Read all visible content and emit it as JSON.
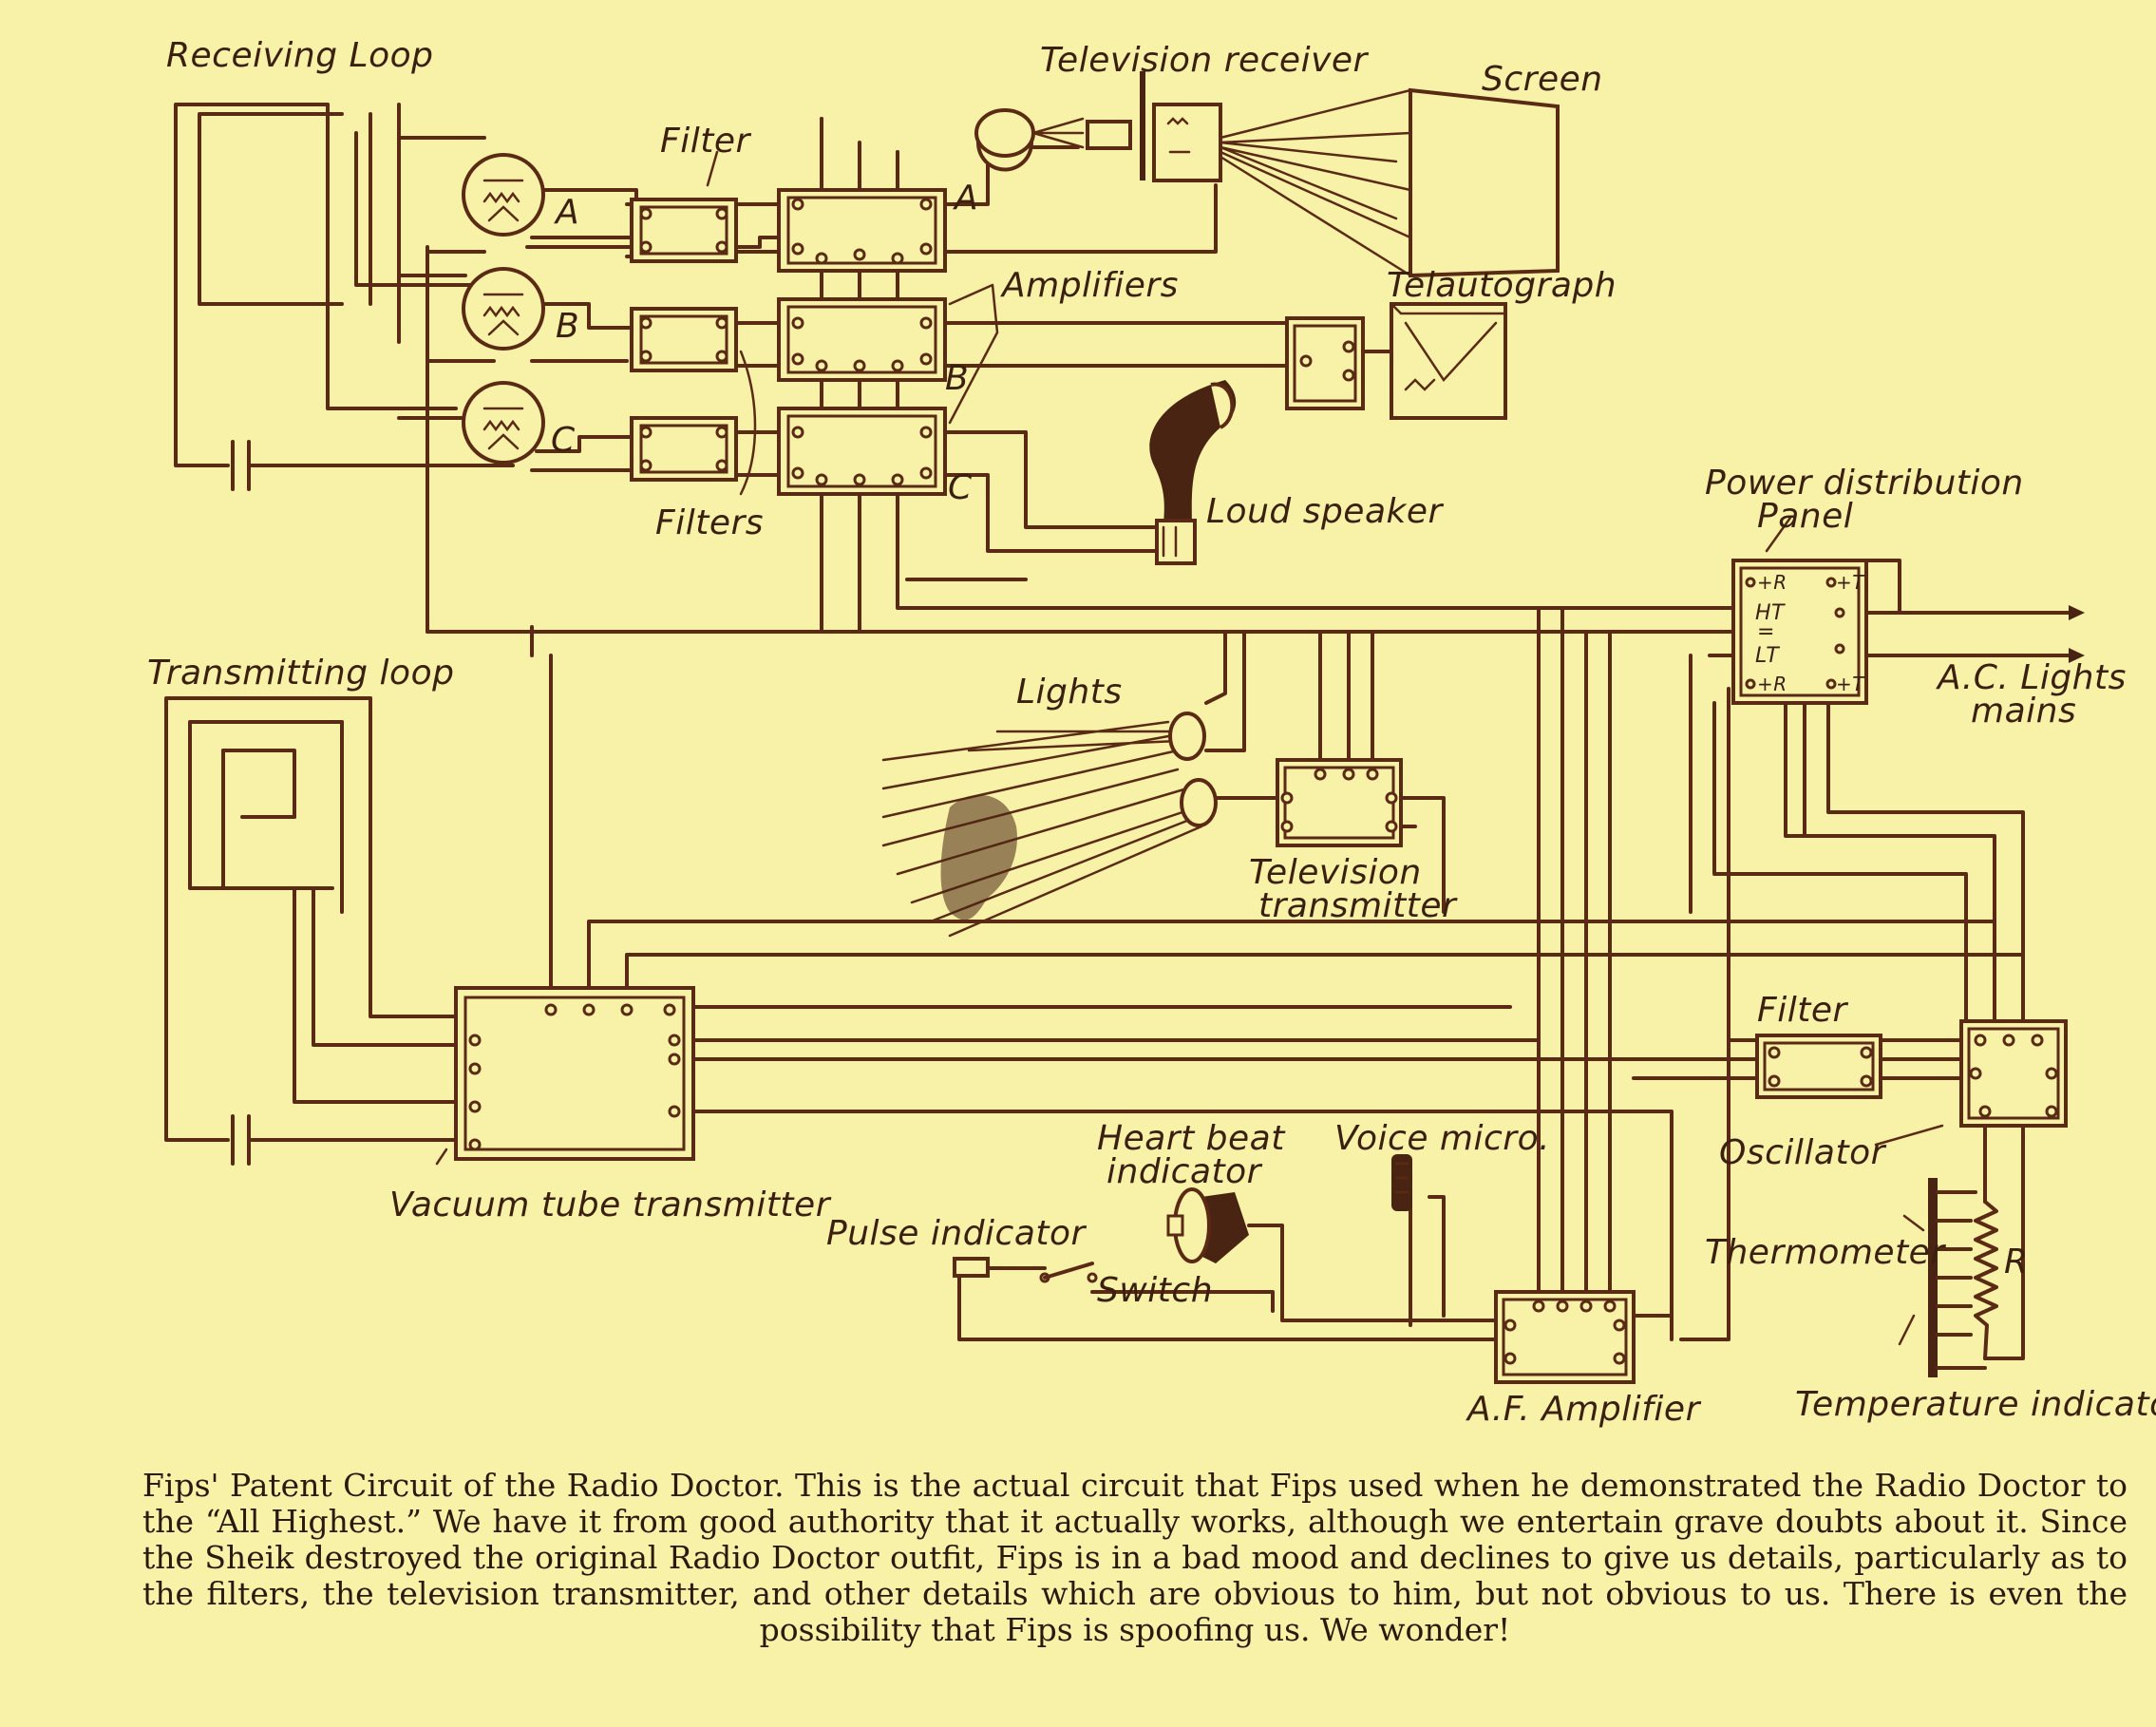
{
  "labels": {
    "receiving_loop": "Receiving Loop",
    "television_receiver": "Television receiver",
    "screen": "Screen",
    "filter_top": "Filter",
    "amplifiers": "Amplifiers",
    "telautograph": "Telautograph",
    "filters": "Filters",
    "loud_speaker": "Loud speaker",
    "power_panel_line1": "Power distribution",
    "power_panel_line2": "Panel",
    "ac_mains_line1": "A.C. Lights",
    "ac_mains_line2": "mains",
    "transmitting_loop": "Transmitting loop",
    "lights": "Lights",
    "tv_transmitter_line1": "Television",
    "tv_transmitter_line2": "transmitter",
    "filter_right": "Filter",
    "oscillator": "Oscillator",
    "heart_beat_line1": "Heart beat",
    "heart_beat_line2": "indicator",
    "voice_micro": "Voice micro.",
    "pulse_indicator": "Pulse indicator",
    "switch": "Switch",
    "thermometer": "Thermometer",
    "r_label": "R",
    "vacuum_tube_transmitter": "Vacuum tube transmitter",
    "af_amplifier": "A.F. Amplifier",
    "temperature_indicator": "Temperature indicator",
    "tube_a": "A",
    "tube_b": "B",
    "tube_c": "C",
    "amp_a": "A",
    "amp_b": "B",
    "amp_c": "C",
    "panel_plus_r_top": "+R",
    "panel_plus_t_top": "+T",
    "panel_ht": "HT",
    "panel_dash": "=",
    "panel_lt": "LT",
    "panel_plus_r_bot": "+R",
    "panel_plus_t_bot": "+T"
  },
  "caption": "Fips' Patent Circuit of the Radio Doctor. This is the actual circuit that Fips used when he demonstrated the Radio Doctor to the “All Highest.” We have it from good authority that it actually works, although we entertain grave doubts about it. Since the Sheik destroyed the original Radio Doctor outfit, Fips is in a bad mood and declines to give us details, particularly as to the filters, the television transmitter, and other details which are obvious to him, but not obvious to us. There is even the possibility that Fips is spoofing us. We wonder!",
  "colors": {
    "paper": "#f7f2a8",
    "ink": "#5a2a14",
    "text": "#2a1a0e"
  }
}
